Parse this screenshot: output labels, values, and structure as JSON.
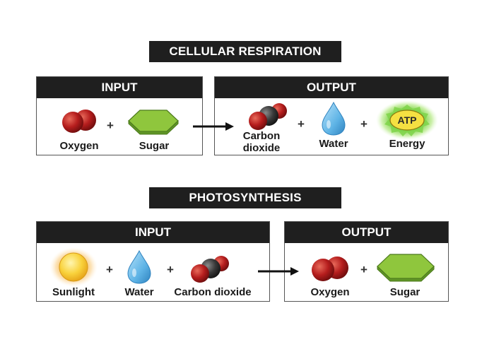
{
  "respiration": {
    "title": "CELLULAR RESPIRATION",
    "input": {
      "header": "INPUT",
      "items": [
        {
          "label": "Oxygen",
          "icon": "oxygen-molecule-icon"
        },
        {
          "label": "Sugar",
          "icon": "sugar-hexagon-icon"
        }
      ]
    },
    "output": {
      "header": "OUTPUT",
      "items": [
        {
          "label_line1": "Carbon",
          "label_line2": "dioxide",
          "icon": "carbon-dioxide-molecule-icon"
        },
        {
          "label": "Water",
          "icon": "water-drop-icon"
        },
        {
          "label": "Energy",
          "icon": "atp-burst-icon",
          "badge": "ATP"
        }
      ]
    }
  },
  "photosynthesis": {
    "title": "PHOTOSYNTHESIS",
    "input": {
      "header": "INPUT",
      "items": [
        {
          "label": "Sunlight",
          "icon": "sun-icon"
        },
        {
          "label": "Water",
          "icon": "water-drop-icon"
        },
        {
          "label": "Carbon dioxide",
          "icon": "carbon-dioxide-molecule-icon"
        }
      ]
    },
    "output": {
      "header": "OUTPUT",
      "items": [
        {
          "label": "Oxygen",
          "icon": "oxygen-molecule-icon"
        },
        {
          "label": "Sugar",
          "icon": "sugar-hexagon-icon"
        }
      ]
    }
  },
  "symbols": {
    "plus": "+"
  },
  "colors": {
    "header_bg": "#1f1f1f",
    "oxygen_red": "#b51d1d",
    "carbon_gray": "#3a3a3a",
    "sugar_green": "#8fc63d",
    "water_blue": "#5fb4e6",
    "atp_yellow": "#f5e042",
    "atp_glow": "#7fd34a",
    "sun_yellow": "#f9d23c"
  }
}
